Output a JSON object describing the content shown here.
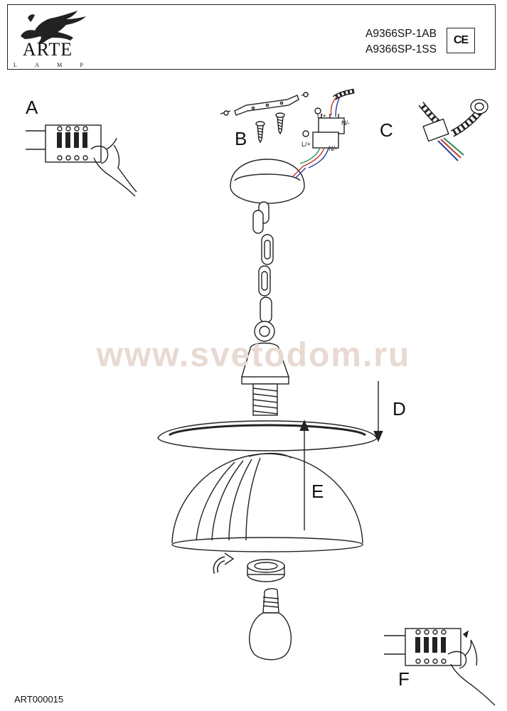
{
  "header": {
    "brand": "ARTE",
    "brand_sub": [
      "L",
      "A",
      "M",
      "P"
    ],
    "models": [
      "A9366SP-1AB",
      "A9366SP-1SS"
    ],
    "cert_mark": "CE"
  },
  "labels": {
    "a": "A",
    "b": "B",
    "c": "C",
    "d": "D",
    "e": "E",
    "f": "F"
  },
  "wire_labels": {
    "live_top": "L/+",
    "neutral_top": "N/-",
    "live_bottom": "L/+",
    "neutral_bottom": "N/-"
  },
  "watermark": "www.svetodom.ru",
  "footer": {
    "code": "ART000015"
  },
  "colors": {
    "wire_red": "#c0392b",
    "wire_blue": "#2c3e9e",
    "wire_green": "#2e8b57"
  }
}
